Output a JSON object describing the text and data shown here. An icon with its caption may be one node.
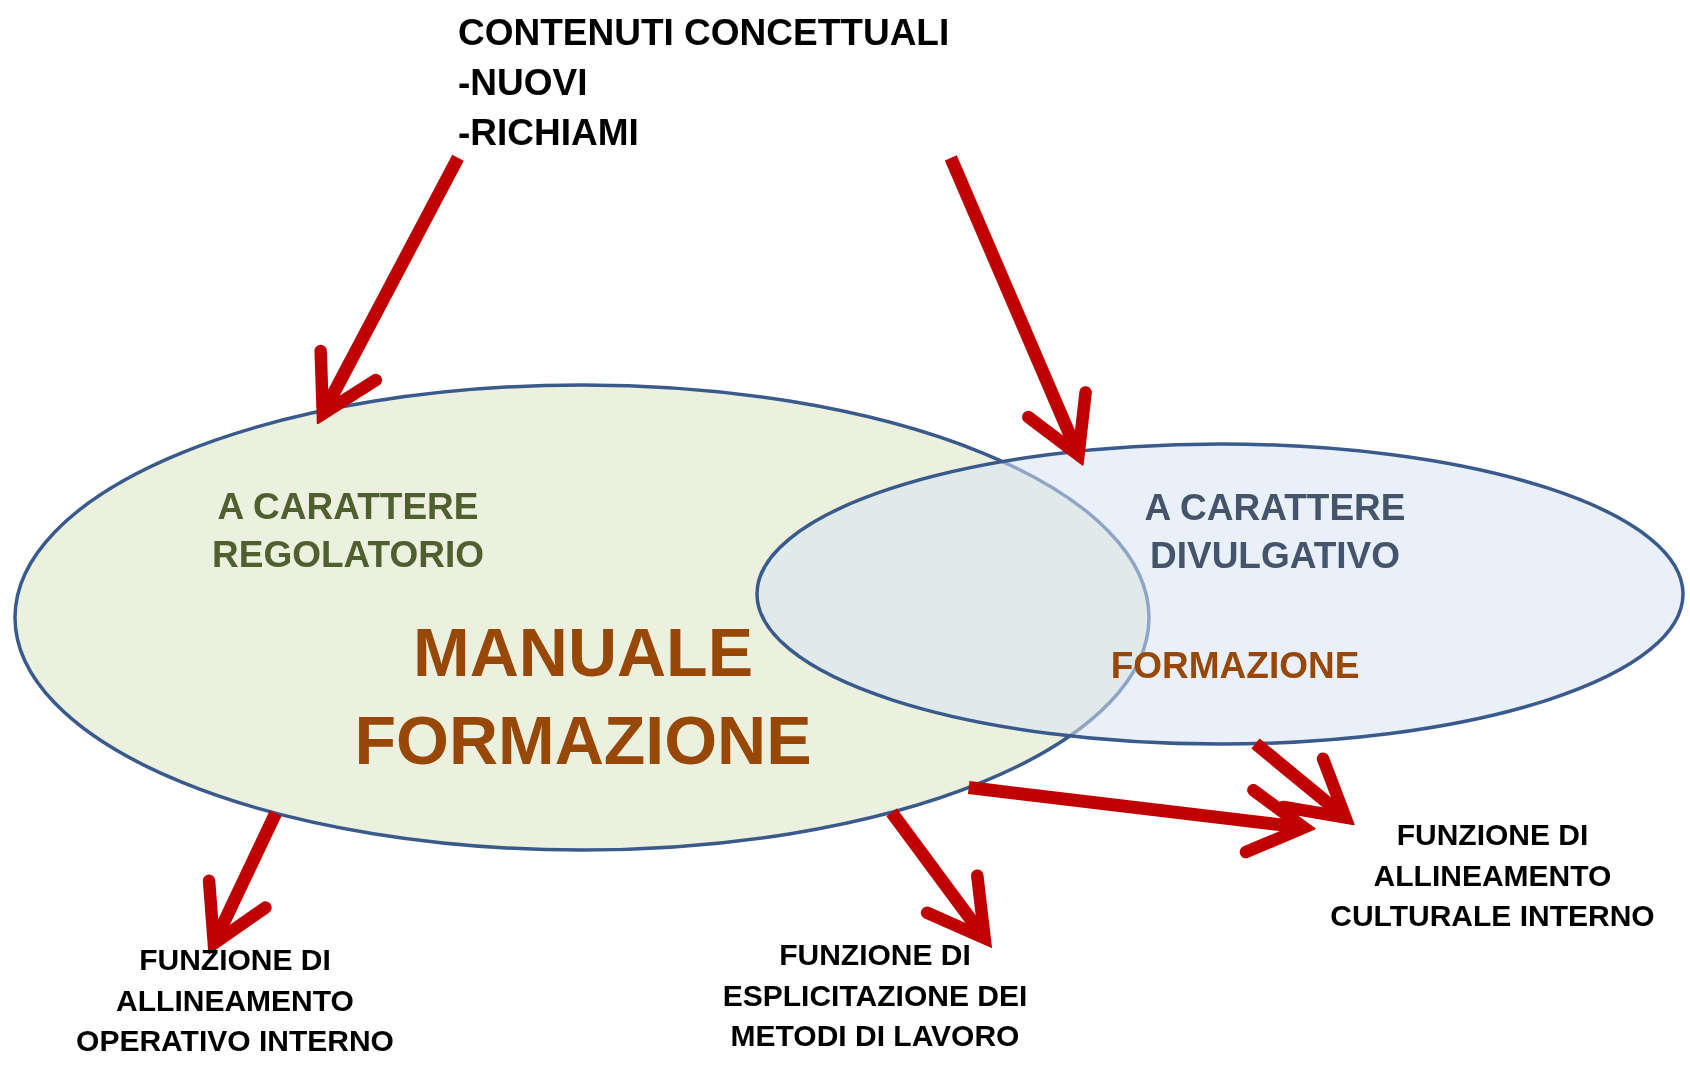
{
  "diagram": {
    "nodes": [
      {
        "text": [
          "CONTENUTI CONCETTUALI",
          "-NUOVI",
          "-RICHIAMI"
        ]
      },
      {
        "text": [
          "A CARATTERE REGOLATORIO",
          "MANUALE FORMAZIONE"
        ]
      },
      {
        "text": [
          "A CARATTERE DIVULGATIVO",
          "FORMAZIONE"
        ]
      },
      {
        "text": [
          "FUNZIONE DI ALLINEAMENTO OPERATIVO INTERNO"
        ]
      },
      {
        "text": [
          "FUNZIONE DI ESPLICITAZIONE DEI METODI DI LAVORO"
        ]
      },
      {
        "text": [
          "FUNZIONE DI ALLINEAMENTO CULTURALE INTERNO"
        ]
      }
    ],
    "edges": [
      {
        "from": 0,
        "to": 1,
        "arrow": "to"
      },
      {
        "from": 0,
        "to": 2,
        "arrow": "to"
      },
      {
        "from": 1,
        "to": 3,
        "arrow": "to"
      },
      {
        "from": 1,
        "to": 4,
        "arrow": "to"
      },
      {
        "from": 1,
        "to": 5,
        "arrow": "to"
      },
      {
        "from": 2,
        "to": 5,
        "arrow": "to"
      }
    ]
  }
}
